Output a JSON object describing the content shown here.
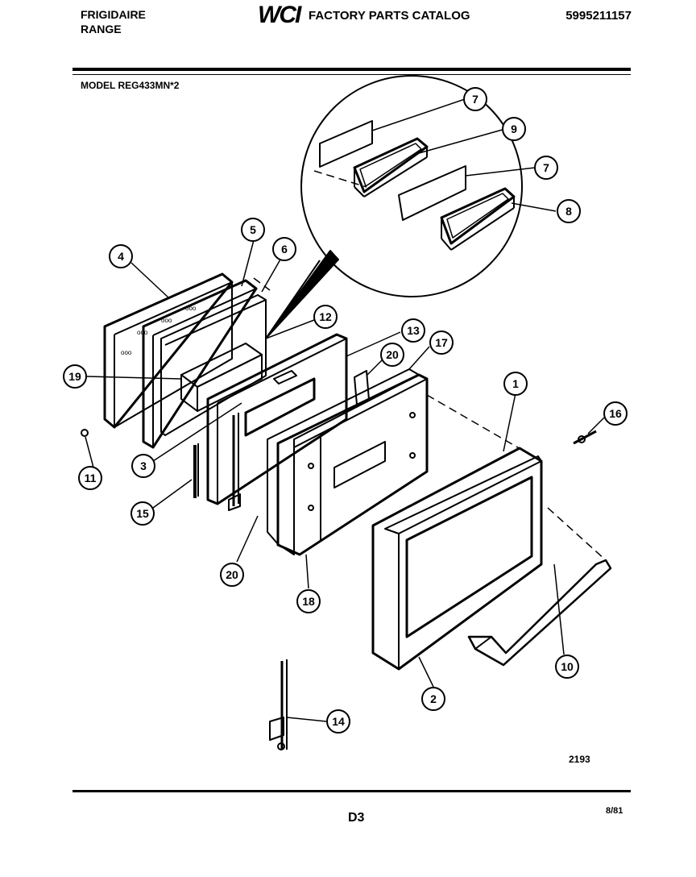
{
  "header": {
    "brand": "FRIGIDAIRE",
    "product": "RANGE",
    "logo": "WCI",
    "catalog_title": "FACTORY PARTS CATALOG",
    "catalog_number": "5995211157"
  },
  "model_line": "MODEL REG433MN*2",
  "footer": {
    "diagram_number": "2193",
    "page": "D3",
    "date": "8/81"
  },
  "callouts": [
    "1",
    "2",
    "3",
    "4",
    "5",
    "6",
    "7",
    "7",
    "8",
    "9",
    "10",
    "11",
    "12",
    "13",
    "14",
    "15",
    "16",
    "17",
    "18",
    "19",
    "20",
    "20"
  ]
}
